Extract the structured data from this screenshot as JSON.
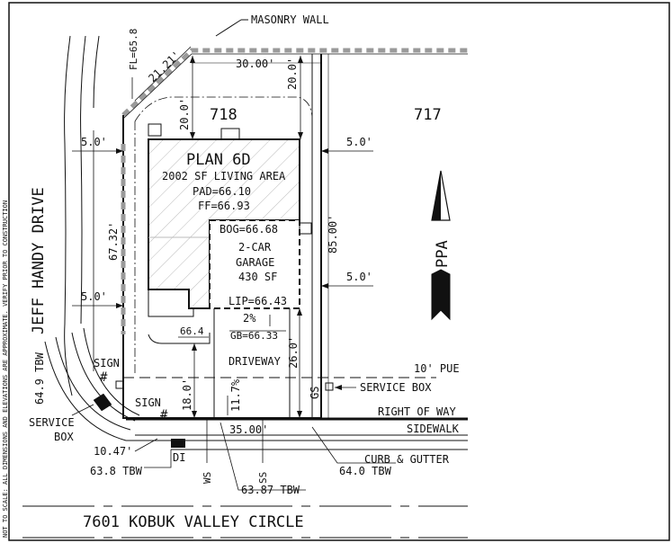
{
  "labels": {
    "masonry_wall": "MASONRY WALL",
    "fl": "FL=65.8",
    "dim_2121": "21.21'",
    "dim_3000": "30.00'",
    "dim_2000_left": "20.0'",
    "dim_2000_right": "20.0'",
    "lot_718": "718",
    "lot_717": "717",
    "setback_left_top": "5.0'",
    "setback_left_bottom": "5.0'",
    "setback_right_top": "5.0'",
    "setback_right_bottom": "5.0'",
    "street_side": "JEFF HANDY DRIVE",
    "dim_6732": "67.32'",
    "dim_8500": "85.00'",
    "plan_title": "PLAN 6D",
    "living_area": "2002 SF LIVING AREA",
    "pad": "PAD=66.10",
    "ff": "FF=66.93",
    "bog": "BOG=66.68",
    "garage_line1": "2-CAR",
    "garage_line2": "GARAGE",
    "garage_area": "430 SF",
    "lip": "LIP=66.43",
    "slope_drive": "2%",
    "gb": "GB=66.33",
    "elev_664": "66.4",
    "driveway": "DRIVEWAY",
    "dim_260": "26.0'",
    "dim_180": "18.0'",
    "slope_117": "11.7%",
    "pue": "10' PUE",
    "gs": "GS",
    "service_box_right": "SERVICE BOX",
    "right_of_way": "RIGHT OF WAY",
    "sidewalk": "SIDEWALK",
    "curb_gutter": "CURB & GUTTER",
    "dim_3500": "35.00'",
    "sign_top": "SIGN",
    "sign_bottom": "SIGN",
    "tbw_649": "64.9 TBW",
    "service_box_left_1": "SERVICE",
    "service_box_left_2": "BOX",
    "dim_1047": "10.47'",
    "tbw_638": "63.8 TBW",
    "di": "DI",
    "ws": "WS",
    "ss": "SS",
    "tbw_6387": "63.87 TBW",
    "tbw_640": "64.0 TBW",
    "address": "7601 KOBUK VALLEY CIRCLE",
    "north_label": "PPA",
    "border_note": "NOT TO SCALE: ALL DIMENSIONS AND ELEVATIONS ARE APPROXIMATE. VERIFY PRIOR TO CONSTRUCTION"
  }
}
